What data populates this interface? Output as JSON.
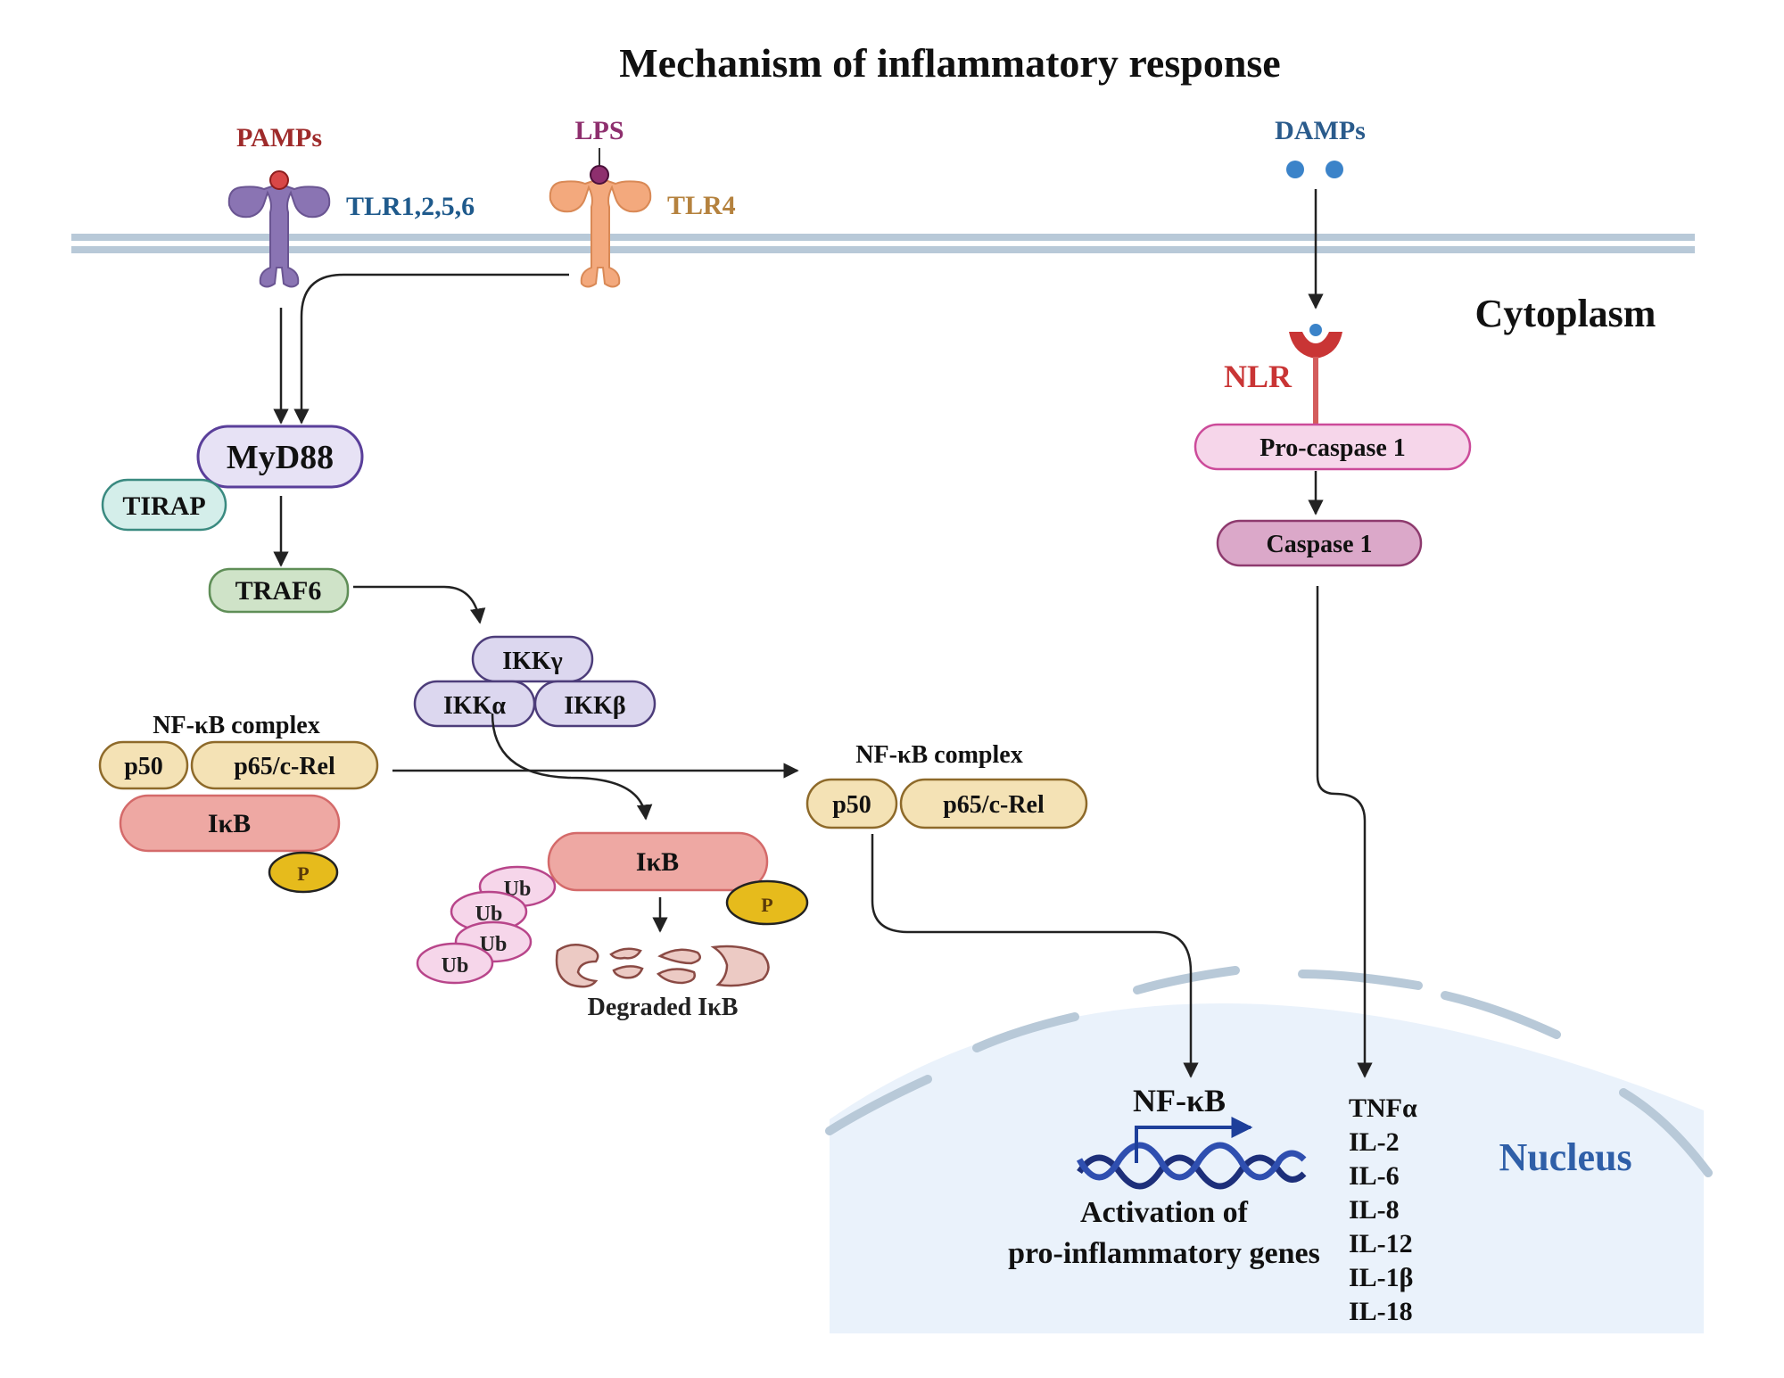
{
  "title": "Mechanism of inflammatory response",
  "ligands": {
    "pamps": "PAMPs",
    "lps": "LPS",
    "damps": "DAMPs"
  },
  "receptors": {
    "tlr1256": "TLR1,2,5,6",
    "tlr4": "TLR4",
    "nlr": "NLR"
  },
  "compartments": {
    "cytoplasm": "Cytoplasm",
    "nucleus": "Nucleus"
  },
  "proteins": {
    "myd88": "MyD88",
    "tirap": "TIRAP",
    "traf6": "TRAF6",
    "ikk_gamma": "IKKγ",
    "ikk_alpha": "IKKα",
    "ikk_beta": "IKKβ",
    "pro_caspase1": "Pro-caspase 1",
    "caspase1": "Caspase 1"
  },
  "nfkb_inactive": {
    "label": "NF-κB complex",
    "p50": "p50",
    "p65": "p65/c-Rel",
    "ikb": "IκB",
    "phospho": "P"
  },
  "ikb_degradation": {
    "ikb": "IκB",
    "phospho": "P",
    "ubiquitin": [
      "Ub",
      "Ub",
      "Ub",
      "Ub"
    ],
    "degraded_label": "Degraded IκB"
  },
  "nfkb_active": {
    "label": "NF-κB complex",
    "p50": "p50",
    "p65": "p65/c-Rel"
  },
  "nucleus_content": {
    "nfkb_label": "NF-κB",
    "activation_line1": "Activation of",
    "activation_line2": "pro-inflammatory genes",
    "cytokines": [
      "TNFα",
      "IL-2",
      "IL-6",
      "IL-8",
      "IL-12",
      "IL-1β",
      "IL-18"
    ]
  },
  "colors": {
    "tlr1256_text": "#1f5a8c",
    "tlr4_text": "#b5823e",
    "pamps_text": "#9e2a2a",
    "lps_text": "#8e2f6e",
    "damps_text": "#2a5b8c",
    "nlr_text": "#c93535",
    "nucleus_text": "#2f5fa8",
    "membrane": "#b8c9d8",
    "nucleus_fill": "#eaf2fb"
  }
}
